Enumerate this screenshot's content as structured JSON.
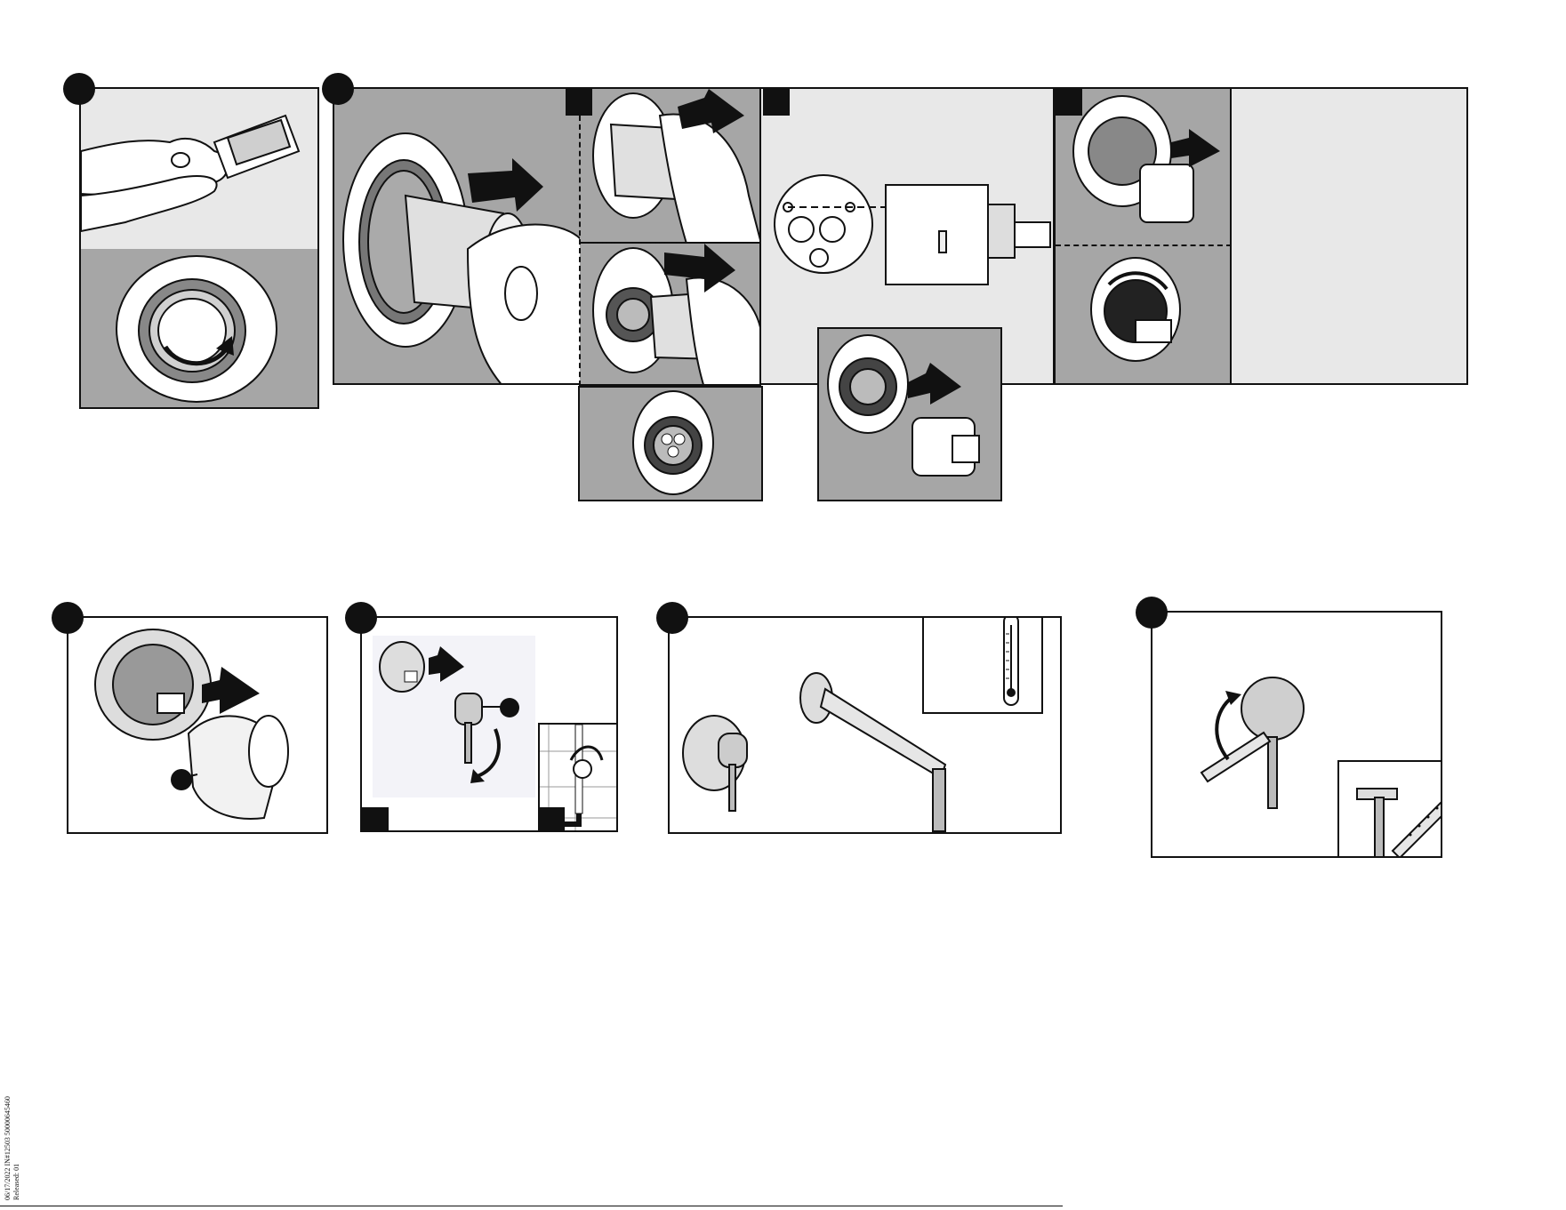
{
  "footer": {
    "doc_code": "06/17/2022  IN#12503  50000645460",
    "revision": "Released: 01",
    "footer_text": ""
  },
  "colors": {
    "panel_dark": "#a6a6a6",
    "panel_light": "#e8e8e8",
    "outline": "#111111",
    "badge": "#111111",
    "chrome": "#c8c8c8"
  },
  "icons": [
    "step-badge",
    "arrow-icon",
    "rotate-arrow-icon",
    "thermometer-icon",
    "cartridge-icon",
    "valve-body-icon",
    "hand-icon",
    "faucet-handle-icon",
    "spout-icon"
  ]
}
